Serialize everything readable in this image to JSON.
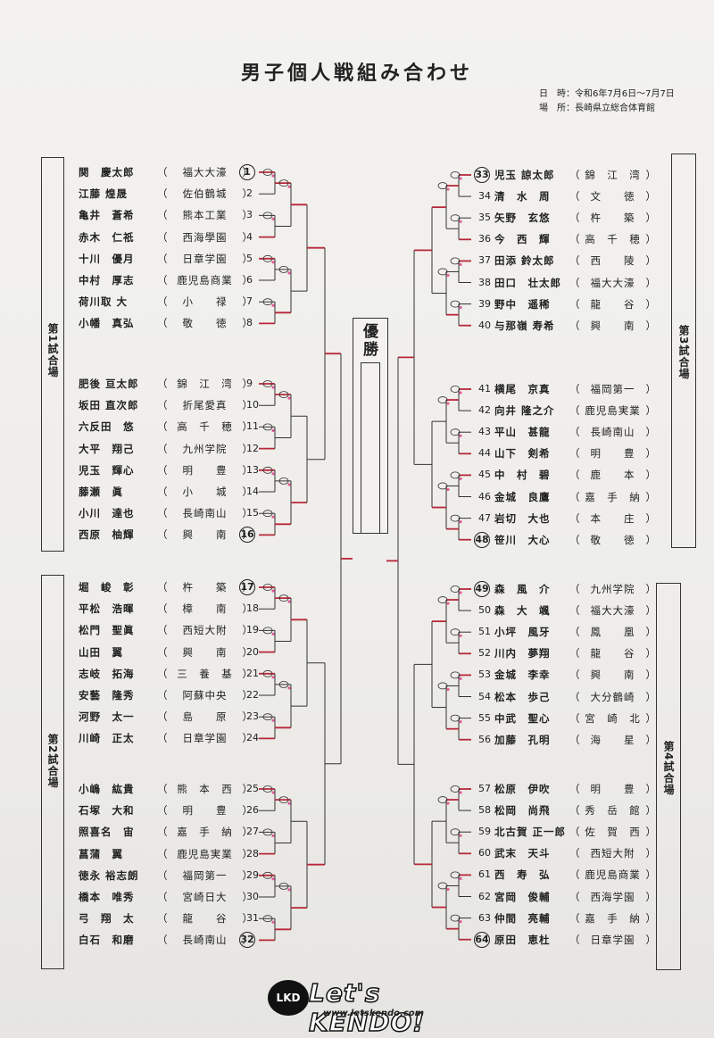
{
  "header": {
    "title": "男子個人戦組み合わせ",
    "date_label": "日　時：",
    "date_value": "令和6年7月6日〜7月7日",
    "venue_label": "場　所：",
    "venue_value": "長崎県立総合体育館"
  },
  "courts": [
    "第1試合場",
    "第2試合場",
    "第3試合場",
    "第4試合場"
  ],
  "final_label": "優勝",
  "players_left": [
    {
      "num": "1",
      "name": "関　慶太郎",
      "school": "福大大濠",
      "circled": true
    },
    {
      "num": "2",
      "name": "江藤 煌晟",
      "school": "佐伯鶴城",
      "circled": false
    },
    {
      "num": "3",
      "name": "亀井　蒼希",
      "school": "熊本工業",
      "circled": false
    },
    {
      "num": "4",
      "name": "赤木　仁祇",
      "school": "西海學園",
      "circled": false
    },
    {
      "num": "5",
      "name": "十川　優月",
      "school": "日章学園",
      "circled": false
    },
    {
      "num": "6",
      "name": "中村　厚志",
      "school": "鹿児島商業",
      "circled": false
    },
    {
      "num": "7",
      "name": "荷川取 大",
      "school": "小　　禄",
      "circled": false
    },
    {
      "num": "8",
      "name": "小幡　真弘",
      "school": "敬　　徳",
      "circled": false
    },
    {
      "num": "9",
      "name": "肥後 亘太郎",
      "school": "錦　江　湾",
      "circled": false
    },
    {
      "num": "10",
      "name": "坂田 直次郎",
      "school": "折尾愛真",
      "circled": false
    },
    {
      "num": "11",
      "name": "六反田　悠",
      "school": "高　千　穂",
      "circled": false
    },
    {
      "num": "12",
      "name": "大平　翔己",
      "school": "九州学院",
      "circled": false
    },
    {
      "num": "13",
      "name": "児玉　輝心",
      "school": "明　　豊",
      "circled": false
    },
    {
      "num": "14",
      "name": "藤瀬　眞",
      "school": "小　　城",
      "circled": false
    },
    {
      "num": "15",
      "name": "小川　達也",
      "school": "長崎南山",
      "circled": false
    },
    {
      "num": "16",
      "name": "西原　柚輝",
      "school": "興　　南",
      "circled": true
    },
    {
      "num": "17",
      "name": "堀　峻　彰",
      "school": "杵　　築",
      "circled": true
    },
    {
      "num": "18",
      "name": "平松　浩暉",
      "school": "樟　　南",
      "circled": false
    },
    {
      "num": "19",
      "name": "松門　聖眞",
      "school": "西短大附",
      "circled": false
    },
    {
      "num": "20",
      "name": "山田　翼",
      "school": "興　　南",
      "circled": false
    },
    {
      "num": "21",
      "name": "志岐　拓海",
      "school": "三　養　基",
      "circled": false
    },
    {
      "num": "22",
      "name": "安藝　隆秀",
      "school": "阿蘇中央",
      "circled": false
    },
    {
      "num": "23",
      "name": "河野　太一",
      "school": "島　　原",
      "circled": false
    },
    {
      "num": "24",
      "name": "川崎　正太",
      "school": "日章学園",
      "circled": false
    },
    {
      "num": "25",
      "name": "小嶋　紘貴",
      "school": "熊　本　西",
      "circled": false
    },
    {
      "num": "26",
      "name": "石塚　大和",
      "school": "明　　豊",
      "circled": false
    },
    {
      "num": "27",
      "name": "照喜名　宙",
      "school": "嘉　手　納",
      "circled": false
    },
    {
      "num": "28",
      "name": "菖蒲　翼",
      "school": "鹿児島実業",
      "circled": false
    },
    {
      "num": "29",
      "name": "徳永 裕志朗",
      "school": "福岡第一",
      "circled": false
    },
    {
      "num": "30",
      "name": "橋本　唯秀",
      "school": "宮崎日大",
      "circled": false
    },
    {
      "num": "31",
      "name": "弓　翔　太",
      "school": "龍　　谷",
      "circled": false
    },
    {
      "num": "32",
      "name": "白石　和磨",
      "school": "長崎南山",
      "circled": true
    }
  ],
  "players_right": [
    {
      "num": "33",
      "name": "児玉 諒太郎",
      "school": "錦　江　湾",
      "circled": true
    },
    {
      "num": "34",
      "name": "清　水　周",
      "school": "文　　徳",
      "circled": false
    },
    {
      "num": "35",
      "name": "矢野　玄悠",
      "school": "杵　　築",
      "circled": false
    },
    {
      "num": "36",
      "name": "今　西　輝",
      "school": "高　千　穂",
      "circled": false
    },
    {
      "num": "37",
      "name": "田添 鈴太郎",
      "school": "西　　陵",
      "circled": false
    },
    {
      "num": "38",
      "name": "田口　壮太郎",
      "school": "福大大濠",
      "circled": false
    },
    {
      "num": "39",
      "name": "野中　遥稀",
      "school": "龍　　谷",
      "circled": false
    },
    {
      "num": "40",
      "name": "与那嶺 寿希",
      "school": "興　　南",
      "circled": false
    },
    {
      "num": "41",
      "name": "横尾　京真",
      "school": "福岡第一",
      "circled": false
    },
    {
      "num": "42",
      "name": "向井 隆之介",
      "school": "鹿児島実業",
      "circled": false
    },
    {
      "num": "43",
      "name": "平山　甚龍",
      "school": "長崎南山",
      "circled": false
    },
    {
      "num": "44",
      "name": "山下　剣希",
      "school": "明　　豊",
      "circled": false
    },
    {
      "num": "45",
      "name": "中　村　碧",
      "school": "鹿　　本",
      "circled": false
    },
    {
      "num": "46",
      "name": "金城　良鷹",
      "school": "嘉　手　納",
      "circled": false
    },
    {
      "num": "47",
      "name": "岩切　大也",
      "school": "本　　庄",
      "circled": false
    },
    {
      "num": "48",
      "name": "笹川　大心",
      "school": "敬　　徳",
      "circled": true
    },
    {
      "num": "49",
      "name": "森　風　介",
      "school": "九州学院",
      "circled": true
    },
    {
      "num": "50",
      "name": "森　大　颯",
      "school": "福大大濠",
      "circled": false
    },
    {
      "num": "51",
      "name": "小坪　風牙",
      "school": "鳳　　凰",
      "circled": false
    },
    {
      "num": "52",
      "name": "川内　夢翔",
      "school": "龍　　谷",
      "circled": false
    },
    {
      "num": "53",
      "name": "金城　李幸",
      "school": "興　　南",
      "circled": false
    },
    {
      "num": "54",
      "name": "松本　歩己",
      "school": "大分鶴崎",
      "circled": false
    },
    {
      "num": "55",
      "name": "中武　聖心",
      "school": "宮　崎　北",
      "circled": false
    },
    {
      "num": "56",
      "name": "加藤　孔明",
      "school": "海　　星",
      "circled": false
    },
    {
      "num": "57",
      "name": "松原　伊吹",
      "school": "明　　豊",
      "circled": false
    },
    {
      "num": "58",
      "name": "松岡　尚飛",
      "school": "秀　岳　館",
      "circled": false
    },
    {
      "num": "59",
      "name": "北古賀 正一郎",
      "school": "佐　賀　西",
      "circled": false
    },
    {
      "num": "60",
      "name": "武末　天斗",
      "school": "西短大附",
      "circled": false
    },
    {
      "num": "61",
      "name": "西　寿　弘",
      "school": "鹿児島商業",
      "circled": false
    },
    {
      "num": "62",
      "name": "宮岡　俊輔",
      "school": "西海学園",
      "circled": false
    },
    {
      "num": "63",
      "name": "仲間　亮輔",
      "school": "嘉　手　納",
      "circled": false
    },
    {
      "num": "64",
      "name": "原田　恵杜",
      "school": "日章学園",
      "circled": true
    }
  ],
  "logo": {
    "badge": "LKD",
    "text": "Let's KENDO!",
    "url": "www.letskendo.com"
  }
}
